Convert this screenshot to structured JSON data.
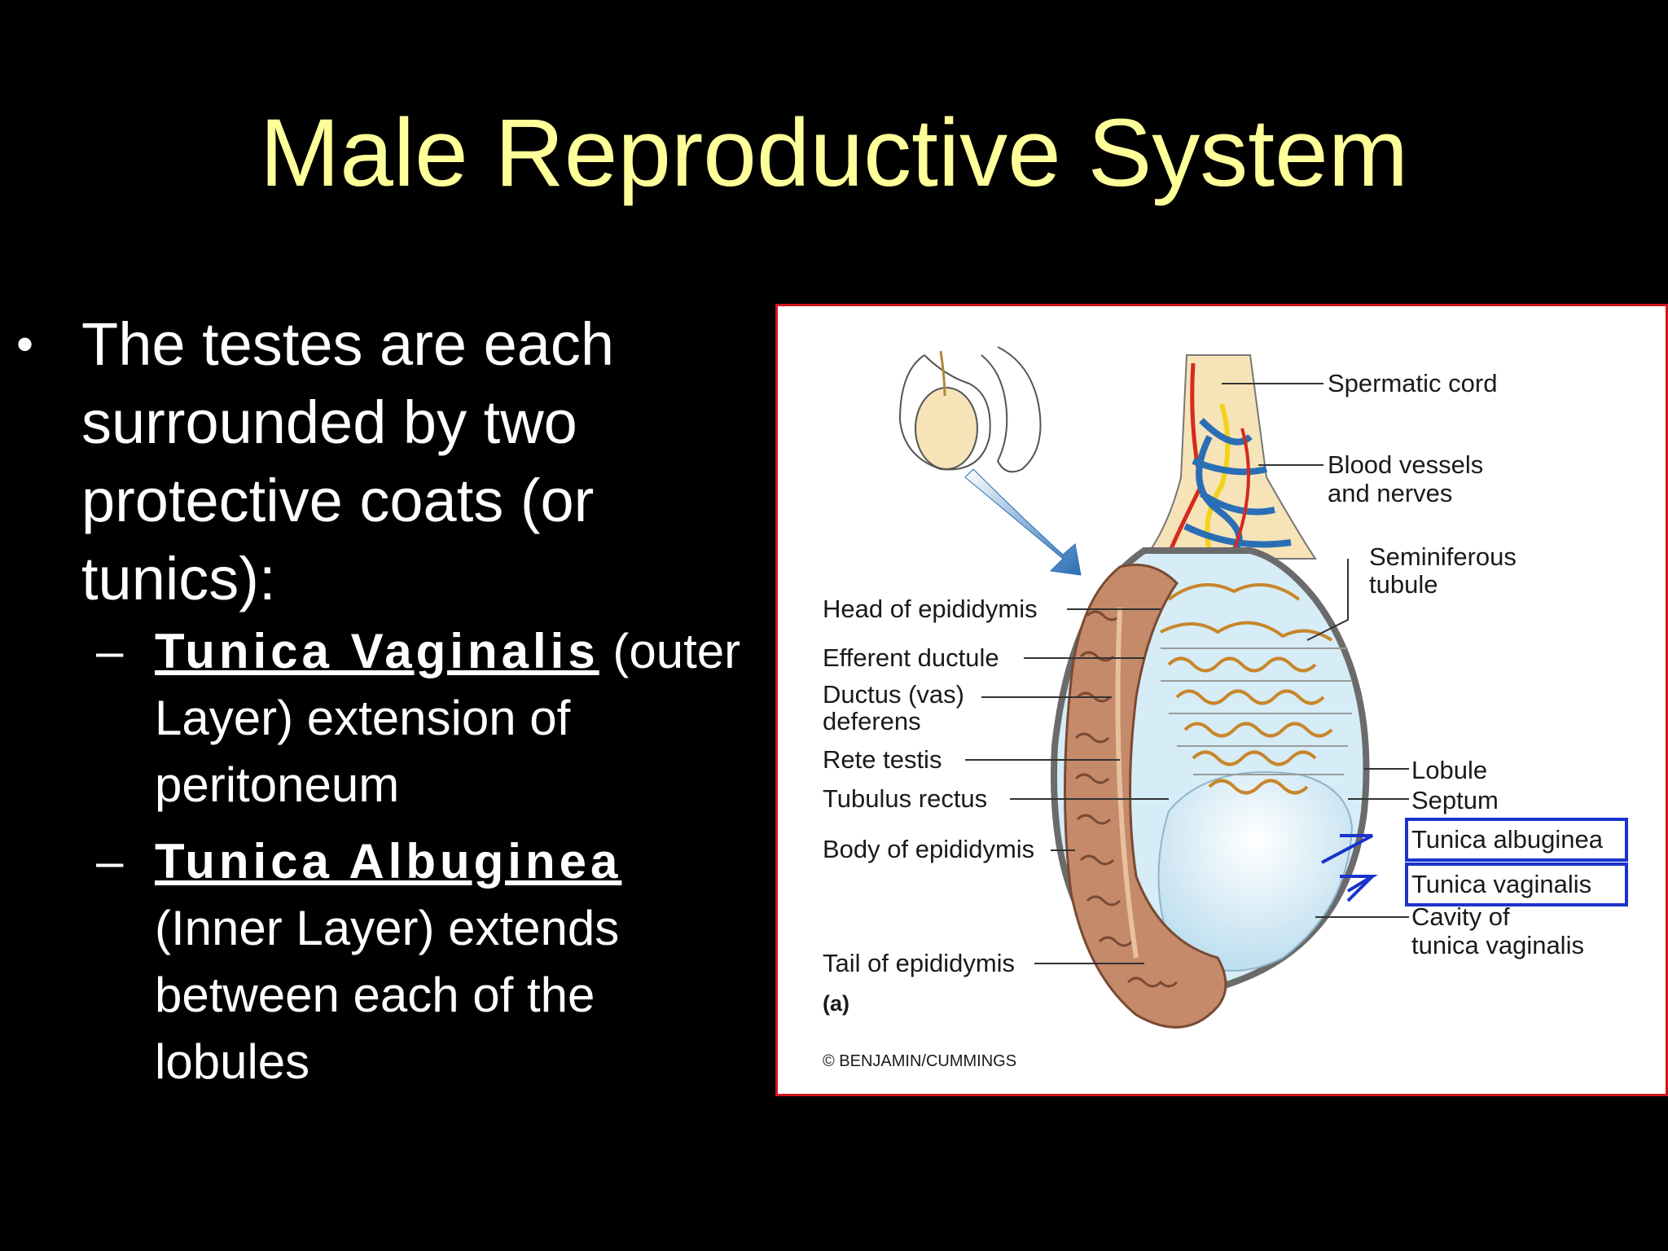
{
  "title": "Male Reproductive System",
  "bullet": {
    "text": "The testes are each surrounded by two protective coats (or tunics):",
    "subs": [
      {
        "term": "Tunica Vaginalis",
        "desc": " (outer Layer) extension of peritoneum"
      },
      {
        "term": "Tunica Albuginea",
        "desc": " (Inner Layer) extends between each of the lobules"
      }
    ]
  },
  "figure": {
    "labels": {
      "spermatic_cord": "Spermatic cord",
      "blood_vessels_1": "Blood vessels",
      "blood_vessels_2": "and nerves",
      "seminiferous_1": "Seminiferous",
      "seminiferous_2": "tubule",
      "head_epididymis": "Head of epididymis",
      "efferent_ductule": "Efferent ductule",
      "ductus_1": "Ductus (vas)",
      "ductus_2": "deferens",
      "rete_testis": "Rete testis",
      "tubulus_rectus": "Tubulus rectus",
      "body_epididymis": "Body of epididymis",
      "lobule": "Lobule",
      "septum": "Septum",
      "tunica_albuginea": "Tunica albuginea",
      "tunica_vaginalis": "Tunica vaginalis",
      "cavity_1": "Cavity of",
      "cavity_2": "tunica vaginalis",
      "tail_epididymis": "Tail of epididymis",
      "panel": "(a)",
      "copyright": "© BENJAMIN/CUMMINGS"
    },
    "colors": {
      "border": "#d4141c",
      "highlight_box": "#1a33cc",
      "epididymis": "#c48a6a",
      "tubules": "#e8b860",
      "lobule_bg": "#d6ecf6",
      "cord": "#f7e3b8",
      "vein": "#2a6fb5",
      "artery": "#d52a1e"
    }
  }
}
